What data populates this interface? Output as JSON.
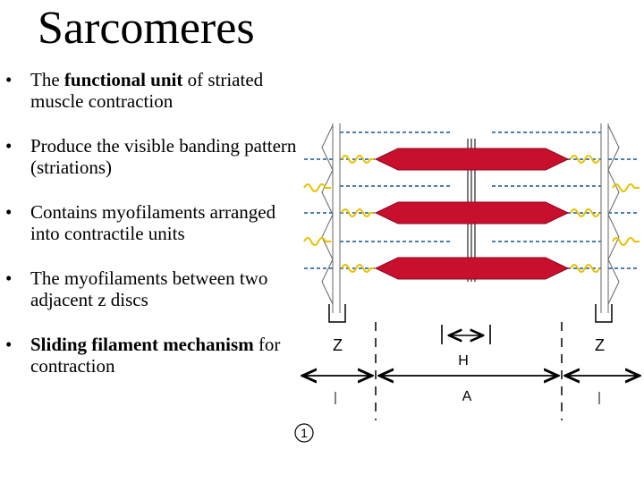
{
  "title": "Sarcomeres",
  "bullets": [
    {
      "pre": "The ",
      "bold": "functional unit",
      "post": " of striated muscle contraction"
    },
    {
      "pre": "Produce the visible banding pattern (striations)",
      "bold": "",
      "post": ""
    },
    {
      "pre": "Contains myofilaments arranged into contractile units",
      "bold": "",
      "post": ""
    },
    {
      "pre": "The myofilaments between two adjacent z discs",
      "bold": "",
      "post": ""
    },
    {
      "pre": "",
      "bold": "Sliding filament mechanism",
      "post": " for contraction"
    }
  ],
  "diagram": {
    "z_left": "Z",
    "z_right": "Z",
    "h_label": "H",
    "a_label": "A",
    "figure_number": "1",
    "colors": {
      "thick": "#c8102e",
      "thin": "#4a7fb0",
      "titin": "#e8c200",
      "line": "#555555"
    }
  }
}
